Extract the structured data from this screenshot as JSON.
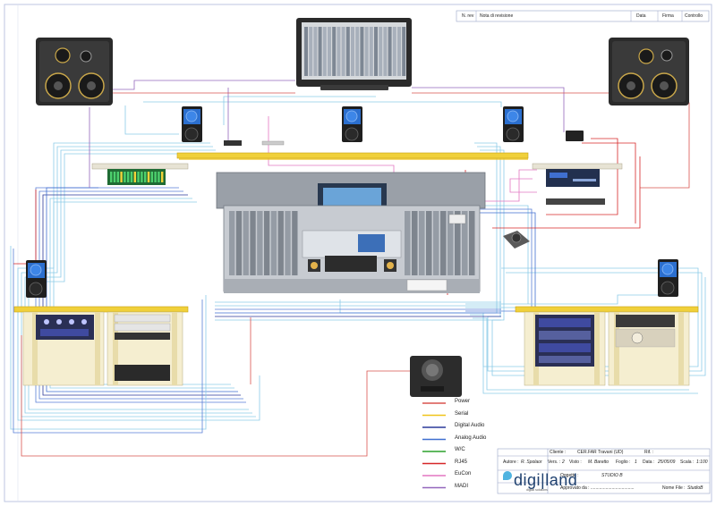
{
  "revision_header": {
    "n_rev": "N. rev",
    "nota": "Nota di revisione",
    "data": "Data",
    "firma": "Firma",
    "controllo": "Controllo"
  },
  "legend": [
    {
      "label": "Power",
      "color": "#d9534f"
    },
    {
      "label": "Serial",
      "color": "#f0c419"
    },
    {
      "label": "Digital Audio",
      "color": "#2b3a9a"
    },
    {
      "label": "Analog Audio",
      "color": "#3f6fd0"
    },
    {
      "label": "W/C",
      "color": "#2ca02c"
    },
    {
      "label": "RJ45",
      "color": "#d62728"
    },
    {
      "label": "EuCon",
      "color": "#e377c2"
    },
    {
      "label": "MADI",
      "color": "#9467bd"
    }
  ],
  "title_block": {
    "cliente_label": "Cliente :",
    "cliente_value": "CER.FAR  Travani (UD)",
    "rif_label": "Rif. :",
    "autore_label": "Autore :",
    "autore_value": "R. Spolaor",
    "vers_label": "Vers. :",
    "vers_value": "2",
    "visto_label": "Visto :",
    "visto_value": "M. Baretto",
    "foglio_label": "Foglio :",
    "foglio_value": "1",
    "data_label": "Data :",
    "data_value": "25/05/09",
    "scala_label": "Scala :",
    "scala_value": "1:100",
    "oggetto_label": "Oggetto :",
    "oggetto_value": "STUDIO B",
    "approvato_label": "Approvato da : ...................................",
    "nome_file_label": "Nome File :",
    "nome_file_value": "StudioB"
  },
  "brand": {
    "name": "digi|land",
    "tagline": "digital solutions"
  },
  "accent_colors": {
    "frame": "#bcc6e0",
    "cable_cyan": "#8ccbe8",
    "cable_blue": "#5a7fd6",
    "power": "#d9534f",
    "serial": "#f0c419",
    "eucon": "#e377c2",
    "madi": "#9467bd"
  }
}
